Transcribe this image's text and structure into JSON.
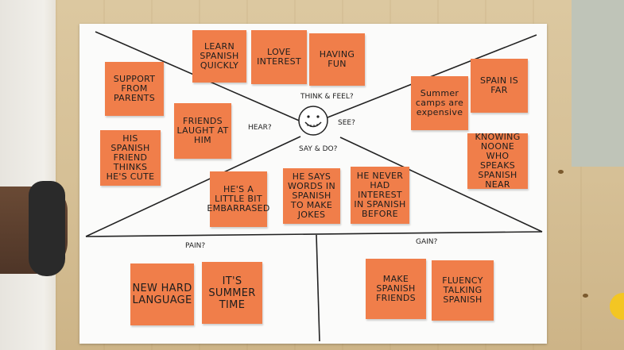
{
  "map": {
    "center_labels": {
      "think_feel": "THINK & FEEL?",
      "hear": "HEAR?",
      "see": "SEE?",
      "say_do": "SAY & DO?",
      "pain": "PAIN?",
      "gain": "GAIN?"
    },
    "notes": {
      "learn_spanish": "LEARN SPANISH QUICKLY",
      "love_interest": "LOVE INTEREST",
      "having_fun": "HAVING FUN",
      "support_parents": "SUPPORT FROM PARENTS",
      "friends_laught": "FRIENDS LAUGHT AT HIM",
      "spanish_friend": "HIS SPANISH FRIEND THINKS HE'S CUTE",
      "summer_camps": "Summer camps are expensive",
      "spain_far": "SPAIN IS FAR",
      "knowing_noone": "KNOWING NOONE WHO SPEAKS SPANISH NEAR",
      "little_embarrased": "HE'S A LITTLE BIT EMBARRASED",
      "says_words": "HE SAYS WORDS IN SPANISH TO MAKE JOKES",
      "never_interest": "HE NEVER HAD INTEREST IN SPANISH BEFORE",
      "new_language": "NEW HARD LANGUAGE",
      "summer_time": "IT'S SUMMER TIME",
      "spanish_friends": "MAKE SPANISH FRIENDS",
      "fluency": "FLUENCY TALKING SPANISH"
    }
  }
}
